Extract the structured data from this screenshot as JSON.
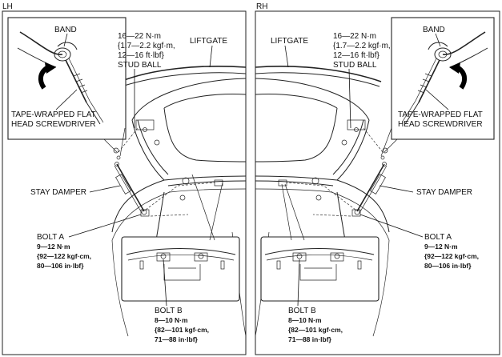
{
  "panels": {
    "lh": {
      "side": "LH",
      "band": "BAND",
      "torque_stud": [
        "16—22 N·m",
        "{1.7—2.2 kgf·m,",
        "12—16 ft·lbf}"
      ],
      "stud_ball": "STUD BALL",
      "liftgate": "LIFTGATE",
      "screwdriver": [
        "TAPE-WRAPPED FLAT",
        "HEAD SCREWDRIVER"
      ],
      "stay_damper": "STAY DAMPER",
      "bolt_a": "BOLT A",
      "torque_a": [
        "9—12 N·m",
        "{92—122 kgf·cm,",
        "80—106 in·lbf}"
      ],
      "bolt_b": "BOLT B",
      "torque_b": [
        "8—10 N·m",
        "{82—101 kgf·cm,",
        "71—88 in·lbf}"
      ]
    },
    "rh": {
      "side": "RH",
      "band": "BAND",
      "torque_stud": [
        "16—22 N·m",
        "{1.7—2.2 kgf·m,",
        "12—16 ft·lbf}"
      ],
      "stud_ball": "STUD BALL",
      "liftgate": "LIFTGATE",
      "screwdriver": [
        "TAPE-WRAPPED FLAT",
        "HEAD SCREWDRIVER"
      ],
      "stay_damper": "STAY DAMPER",
      "bolt_a": "BOLT A",
      "torque_a": [
        "9—12 N·m",
        "{92—122 kgf·cm,",
        "80—106 in·lbf}"
      ],
      "bolt_b": "BOLT B",
      "torque_b": [
        "8—10 N·m",
        "{82—101 kgf·cm,",
        "71—88 in·lbf}"
      ]
    }
  },
  "colors": {
    "line": "#222222",
    "text": "#111111",
    "background": "#ffffff"
  }
}
